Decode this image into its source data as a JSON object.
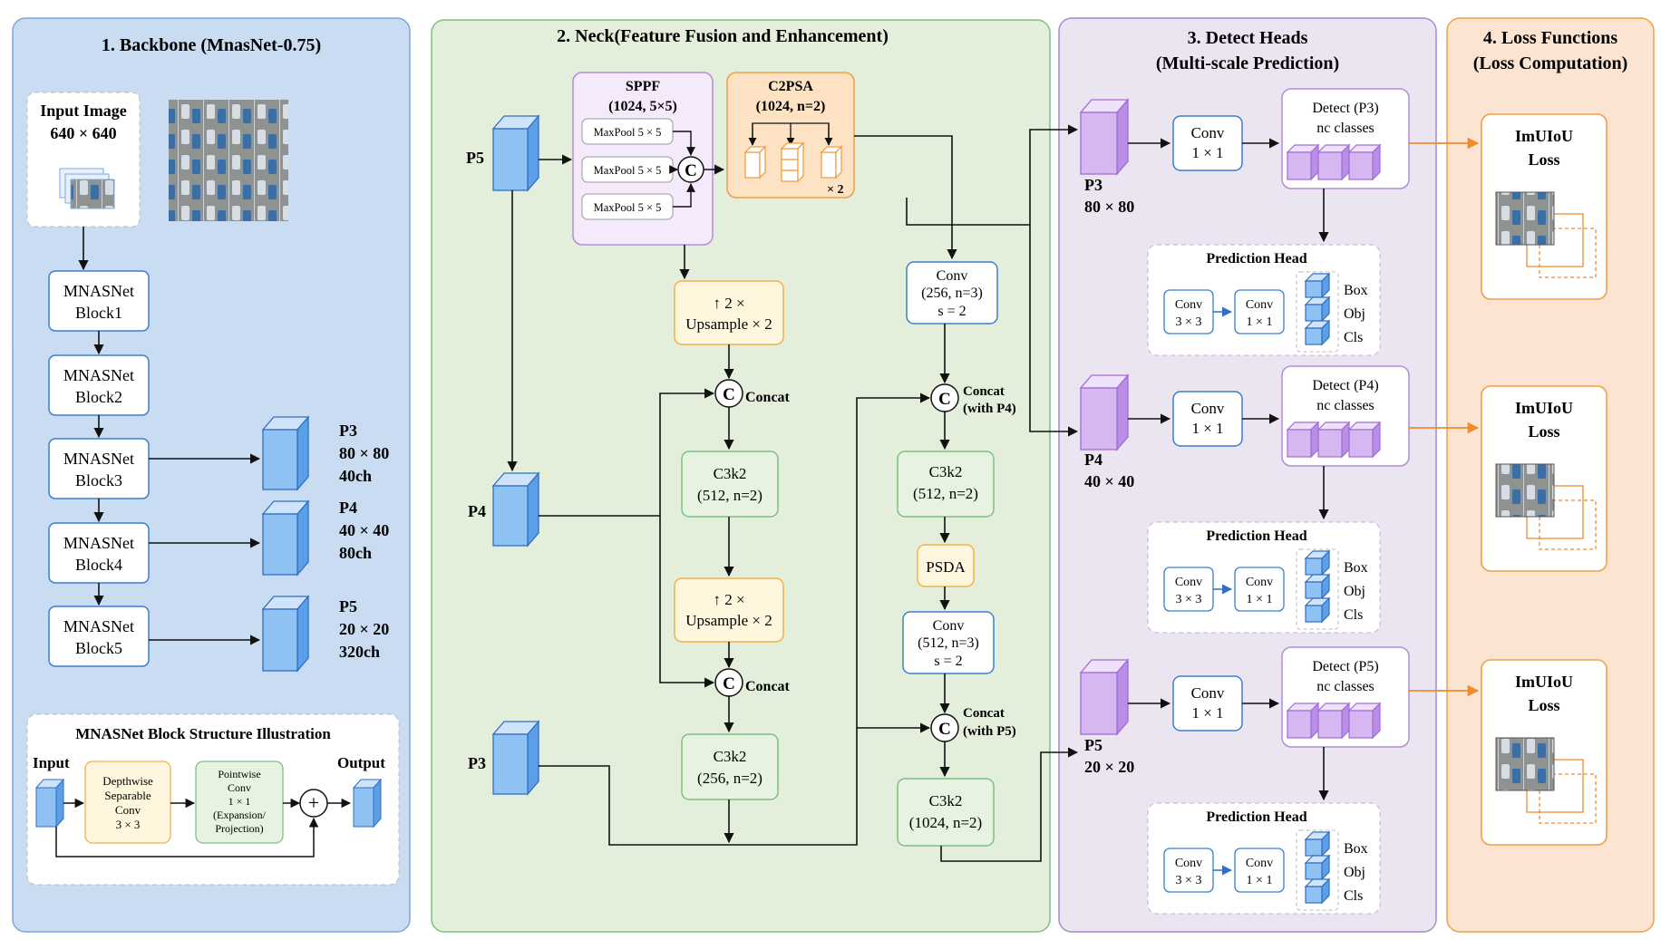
{
  "sections": {
    "backbone": {
      "title": "1. Backbone (MnasNet-0.75)"
    },
    "neck": {
      "title": "2. Neck(Feature Fusion and Enhancement)"
    },
    "heads": {
      "title_line1": "3. Detect Heads",
      "title_line2": "(Multi-scale Prediction)"
    },
    "loss": {
      "title_line1": "4. Loss Functions",
      "title_line2": "(Loss Computation)"
    }
  },
  "backbone": {
    "input_label": "Input Image",
    "input_size": "640 × 640",
    "blocks": [
      {
        "line1": "MNASNet",
        "line2": "Block1"
      },
      {
        "line1": "MNASNet",
        "line2": "Block2"
      },
      {
        "line1": "MNASNet",
        "line2": "Block3"
      },
      {
        "line1": "MNASNet",
        "line2": "Block4"
      },
      {
        "line1": "MNASNet",
        "line2": "Block5"
      }
    ],
    "outputs": [
      {
        "name": "P3",
        "size": "80 × 80",
        "ch": "40ch"
      },
      {
        "name": "P4",
        "size": "40 × 40",
        "ch": "80ch"
      },
      {
        "name": "P5",
        "size": "20 × 20",
        "ch": "320ch"
      }
    ],
    "illustration": {
      "title": "MNASNet Block Structure Illustration",
      "input": "Input",
      "output": "Output",
      "dw": [
        "Depthwise",
        "Separable",
        "Conv",
        "3 × 3"
      ],
      "pw": [
        "Pointwise",
        "Conv",
        "1 × 1",
        "(Expansion/",
        "Projection)"
      ],
      "plus": "+"
    }
  },
  "neck": {
    "p_labels": {
      "p5": "P5",
      "p4": "P4",
      "p3": "P3"
    },
    "sppf": {
      "title": "SPPF",
      "sub": "(1024, 5×5)",
      "pool": "MaxPool 5 × 5"
    },
    "c2psa": {
      "title": "C2PSA",
      "sub": "(1024, n=2)",
      "times": "× 2"
    },
    "concat_symbol": "C",
    "concat": "Concat",
    "concat_p4": "(with P4)",
    "concat_p5": "(with P5)",
    "upsample": {
      "line1": "↑ 2 ×",
      "line2": "Upsample × 2"
    },
    "c3k2_a": {
      "line1": "C3k2",
      "line2": "(512, n=2)"
    },
    "c3k2_b": {
      "line1": "C3k2",
      "line2": "(256, n=2)"
    },
    "conv_a": {
      "line1": "Conv",
      "line2": "(256, n=3)",
      "line3": "s = 2"
    },
    "c3k2_c": {
      "line1": "C3k2",
      "line2": "(512, n=2)"
    },
    "psda": "PSDA",
    "conv_b": {
      "line1": "Conv",
      "line2": "(512, n=3)",
      "line3": "s = 2"
    },
    "c3k2_d": {
      "line1": "C3k2",
      "line2": "(1024, n=2)"
    }
  },
  "heads": {
    "conv_line1": "Conv",
    "conv_line2": "1 × 1",
    "pred_title": "Prediction Head",
    "conv33": "3 × 3",
    "outputs": [
      "Box",
      "Obj",
      "Cls"
    ],
    "nc": "nc classes",
    "levels": [
      {
        "name": "P3",
        "size": "80 × 80",
        "detect": "Detect (P3)"
      },
      {
        "name": "P4",
        "size": "40 × 40",
        "detect": "Detect (P4)"
      },
      {
        "name": "P5",
        "size": "20 × 20",
        "detect": "Detect (P5)"
      }
    ]
  },
  "loss": {
    "line1": "ImUIoU",
    "line2": "Loss"
  },
  "colors": {
    "backbone_bg": "#c9dcf1",
    "neck_bg": "#e3efda",
    "heads_bg": "#ebe5f1",
    "loss_bg": "#fbe5d2",
    "blue_border": "#3b7fd1",
    "green_border": "#7ec07f",
    "purple_border": "#b58cd6",
    "orange_border": "#f0a043",
    "cube_blue": "#8fc1f2",
    "cube_purple": "#d7b7f2",
    "arrow_orange": "#f08a2c"
  }
}
